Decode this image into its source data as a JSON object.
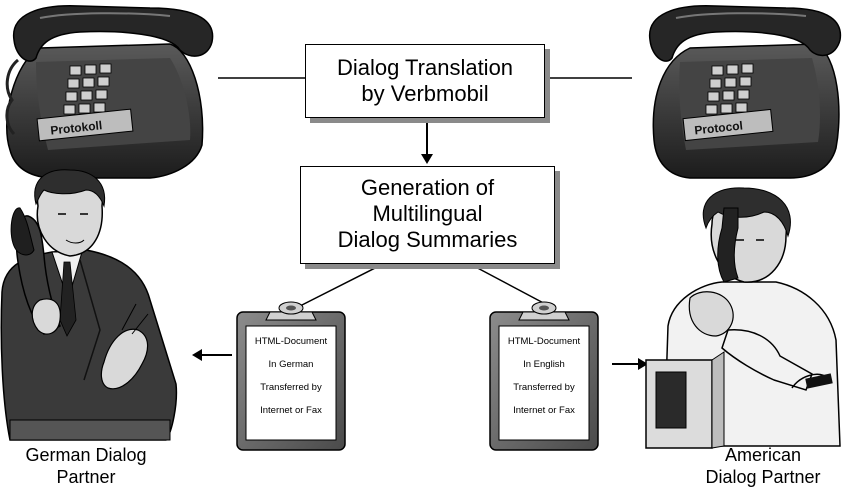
{
  "translation_box": {
    "line1": "Dialog Translation",
    "line2": "by Verbmobil"
  },
  "generation_box": {
    "line1": "Generation of",
    "line2": "Multilingual",
    "line3": "Dialog Summaries"
  },
  "phone_left": {
    "plate": "Protokoll"
  },
  "phone_right": {
    "plate": "Protocol"
  },
  "doc_german": {
    "line1": "HTML-Document",
    "line2": "In German",
    "line3": "Transferred by",
    "line4": "Internet or Fax"
  },
  "doc_english": {
    "line1": "HTML-Document",
    "line2": "In English",
    "line3": "Transferred by",
    "line4": "Internet or Fax"
  },
  "caption_left": {
    "line1": "German Dialog",
    "line2": "Partner"
  },
  "caption_right": {
    "line1": "American",
    "line2": "Dialog Partner"
  }
}
